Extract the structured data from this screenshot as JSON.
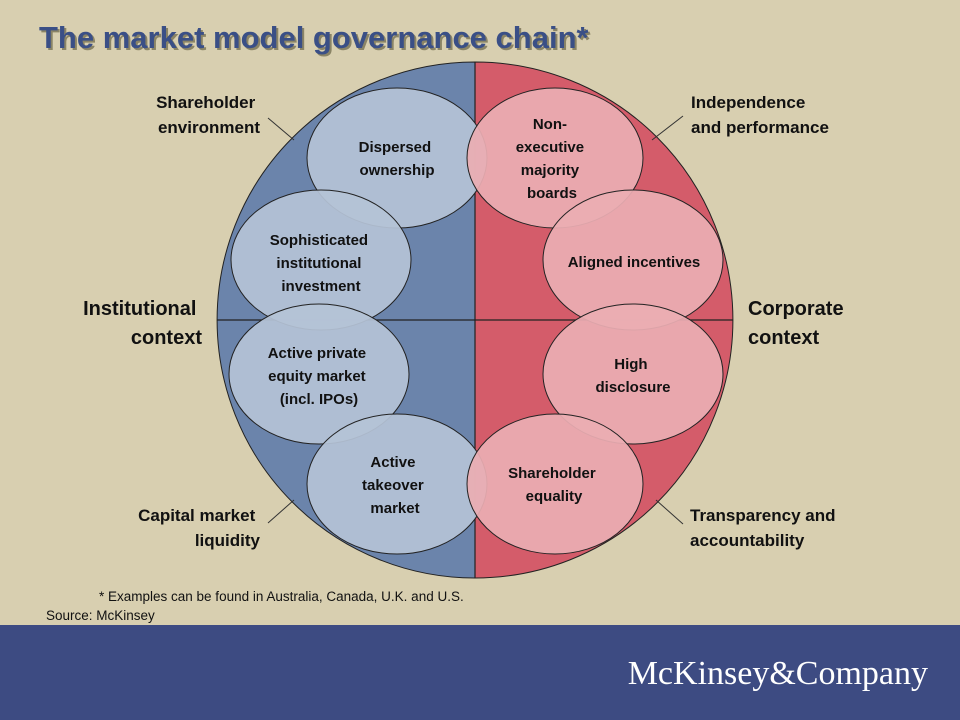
{
  "title": "The market model governance chain*",
  "context": {
    "left": [
      "Institutional",
      "context"
    ],
    "right": [
      "Corporate",
      "context"
    ]
  },
  "side_labels": {
    "top_left": [
      "Shareholder",
      "environment"
    ],
    "top_right": [
      "Independence",
      "and performance"
    ],
    "bottom_left": [
      "Capital market",
      "liquidity"
    ],
    "bottom_right": [
      "Transparency and",
      "accountability"
    ]
  },
  "ovals": {
    "dispersed": [
      "Dispersed",
      "ownership"
    ],
    "sophisticated": [
      "Sophisticated",
      "institutional",
      "investment"
    ],
    "private_equity": [
      "Active private",
      "equity market",
      "(incl. IPOs)"
    ],
    "takeover": [
      "Active",
      "takeover",
      "market"
    ],
    "nonexec": [
      "Non-",
      "executive",
      "majority",
      "boards"
    ],
    "incentives": [
      "Aligned incentives"
    ],
    "disclosure": [
      "High",
      "disclosure"
    ],
    "equality": [
      "Shareholder",
      "equality"
    ]
  },
  "footnote": "*  Examples can be found in Australia, Canada, U.K. and U.S.",
  "source": "Source: McKinsey",
  "brand": "McKinsey&Company",
  "colors": {
    "background": "#d8cfb0",
    "left_half": "#6b84ab",
    "right_half": "#d45c6a",
    "left_oval": "#b5c3d6",
    "right_oval": "#ebadb3",
    "title": "#3a4f86",
    "footer": "#3d4b82"
  }
}
